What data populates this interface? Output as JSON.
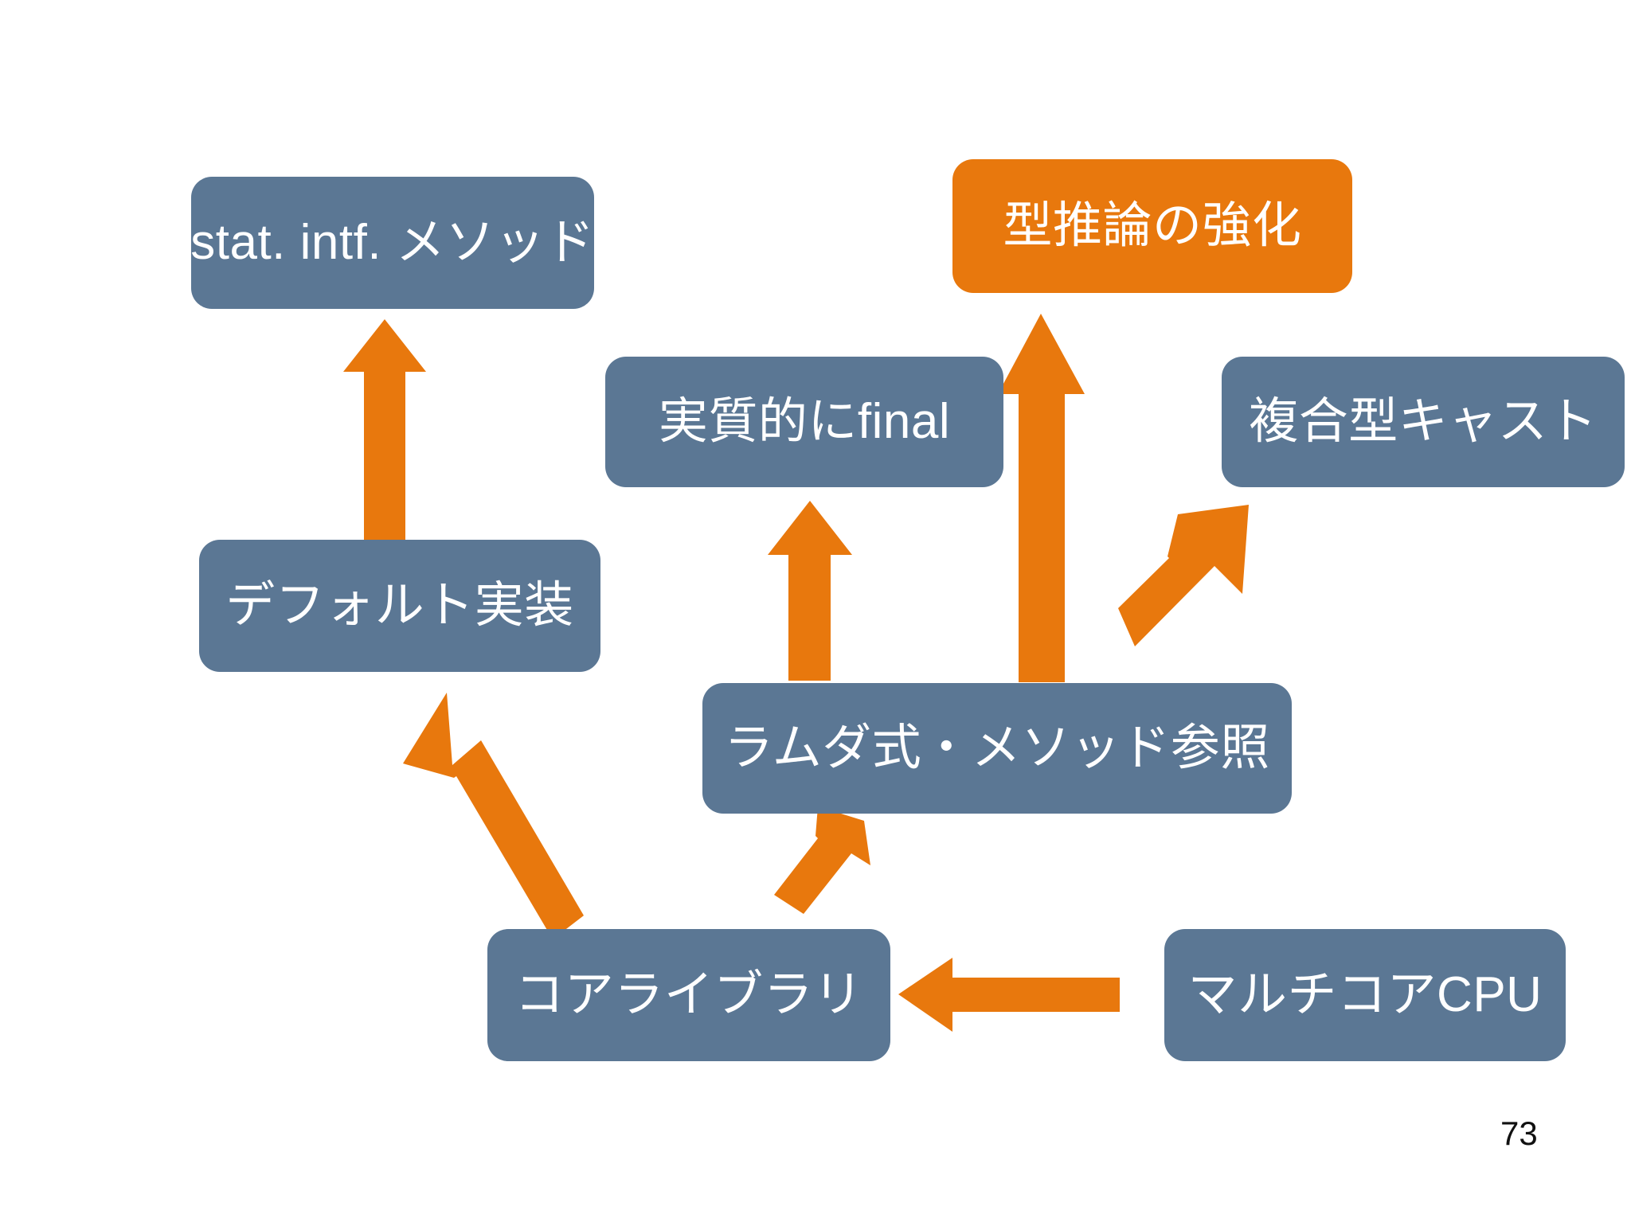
{
  "slide": {
    "page_number": "73",
    "colors": {
      "node_blue": "#5b7794",
      "node_highlight_orange": "#e8780d",
      "arrow_orange": "#e8780d",
      "background": "#ffffff",
      "node_text": "#ffffff",
      "page_number_text": "#111111"
    }
  },
  "diagram": {
    "type": "flow-diagram",
    "nodes": [
      {
        "id": "static-interface-method",
        "label": "stat. intf. メソッド",
        "style": "blue"
      },
      {
        "id": "type-inference",
        "label": "型推論の強化",
        "style": "orange"
      },
      {
        "id": "effectively-final",
        "label": "実質的にfinal",
        "style": "blue"
      },
      {
        "id": "intersection-cast",
        "label": "複合型キャスト",
        "style": "blue"
      },
      {
        "id": "default-implementation",
        "label": "デフォルト実装",
        "style": "blue"
      },
      {
        "id": "lambda-method-ref",
        "label": "ラムダ式・メソッド参照",
        "style": "blue"
      },
      {
        "id": "core-library",
        "label": "コアライブラリ",
        "style": "blue"
      },
      {
        "id": "multicore-cpu",
        "label": "マルチコアCPU",
        "style": "blue"
      }
    ],
    "edges": [
      {
        "id": "arrow-default-impl-to-static-intf-method",
        "from": "default-implementation",
        "to": "static-interface-method",
        "direction": "up"
      },
      {
        "id": "arrow-lambda-to-effectively-final",
        "from": "lambda-method-ref",
        "to": "effectively-final",
        "direction": "up"
      },
      {
        "id": "arrow-lambda-to-type-inference",
        "from": "lambda-method-ref",
        "to": "type-inference",
        "direction": "up"
      },
      {
        "id": "arrow-lambda-to-intersection-cast",
        "from": "lambda-method-ref",
        "to": "intersection-cast",
        "direction": "up-right"
      },
      {
        "id": "arrow-core-library-to-default-impl",
        "from": "core-library",
        "to": "default-implementation",
        "direction": "up-left"
      },
      {
        "id": "arrow-core-library-to-lambda",
        "from": "core-library",
        "to": "lambda-method-ref",
        "direction": "up-right"
      },
      {
        "id": "arrow-multicore-cpu-to-core-library",
        "from": "multicore-cpu",
        "to": "core-library",
        "direction": "left"
      }
    ]
  }
}
